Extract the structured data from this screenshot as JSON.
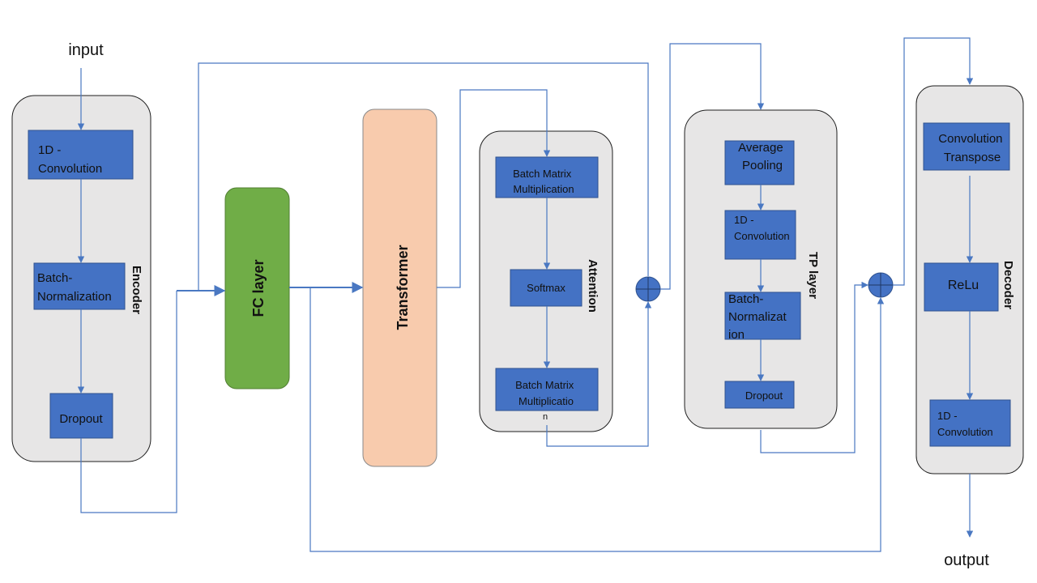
{
  "labels": {
    "input": "input",
    "output": "output"
  },
  "encoder": {
    "title": "Encoder",
    "conv_lines": [
      "1D -",
      "Convolution"
    ],
    "bn_lines": [
      "Batch-",
      "Normalization"
    ],
    "dropout": "Dropout"
  },
  "fc": {
    "label": "FC layer"
  },
  "transformer": {
    "label": "Transformer"
  },
  "attention": {
    "title": "Attention",
    "bmm1_lines": [
      "Batch Matrix",
      "Multiplication"
    ],
    "softmax": "Softmax",
    "bmm2_lines": [
      "Batch Matrix",
      "Multiplicatio",
      "n"
    ]
  },
  "tp": {
    "title": "TP layer",
    "pool_lines": [
      "Average",
      "Pooling"
    ],
    "conv_lines": [
      "1D -",
      "Convolution"
    ],
    "bn_lines": [
      "Batch-",
      "Normalizat",
      "ion"
    ],
    "dropout": "Dropout"
  },
  "decoder": {
    "title": "Decoder",
    "convT_lines": [
      "Convolution",
      "Transpose"
    ],
    "relu": "ReLu",
    "conv_lines": [
      "1D -",
      "Convolution"
    ]
  },
  "colors": {
    "block_blue": "#4472c4",
    "group_gray": "#e7e6e6",
    "fc_green": "#70ad47",
    "transformer_peach": "#f8cbad",
    "arrow_blue": "#4a78c2"
  }
}
